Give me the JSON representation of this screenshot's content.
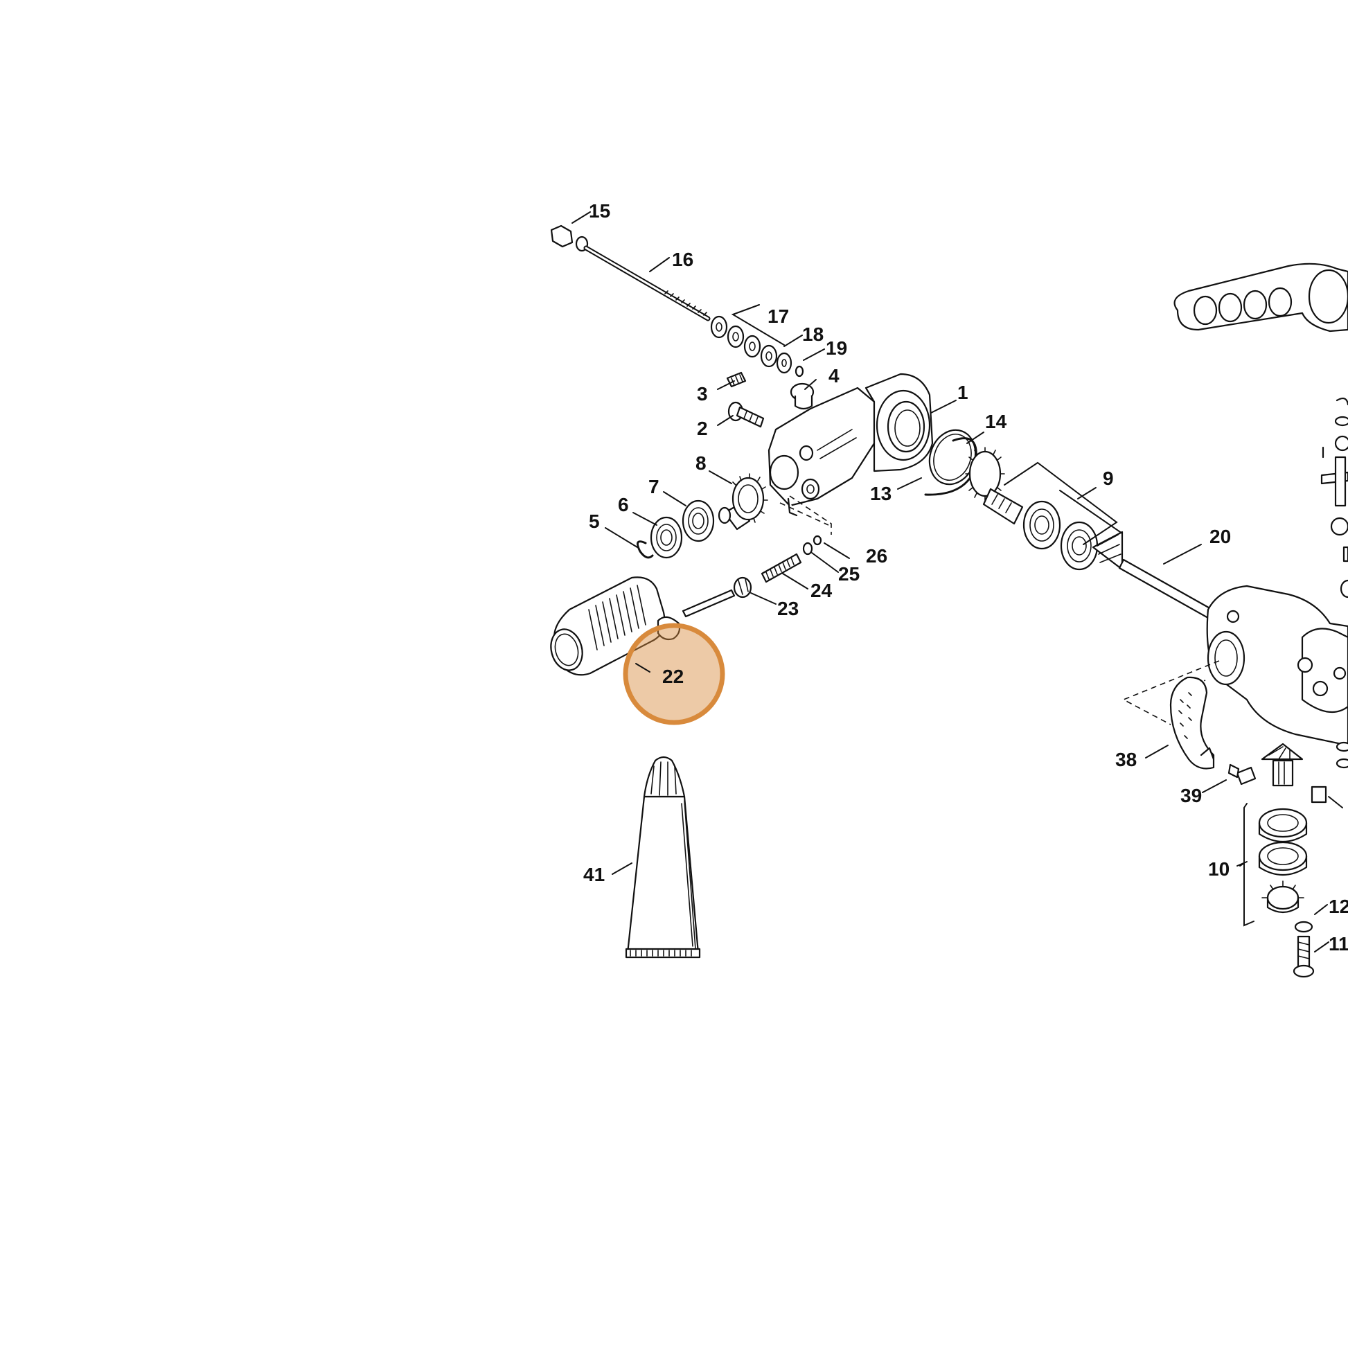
{
  "diagram": {
    "callouts": [
      "1",
      "2",
      "3",
      "4",
      "5",
      "6",
      "7",
      "8",
      "9",
      "10",
      "11",
      "12",
      "13",
      "14",
      "15",
      "16",
      "17",
      "18",
      "19",
      "20",
      "22",
      "23",
      "24",
      "25",
      "26",
      "38",
      "39",
      "41"
    ],
    "highlight": {
      "part": "22",
      "color": "#d88a3c"
    }
  }
}
